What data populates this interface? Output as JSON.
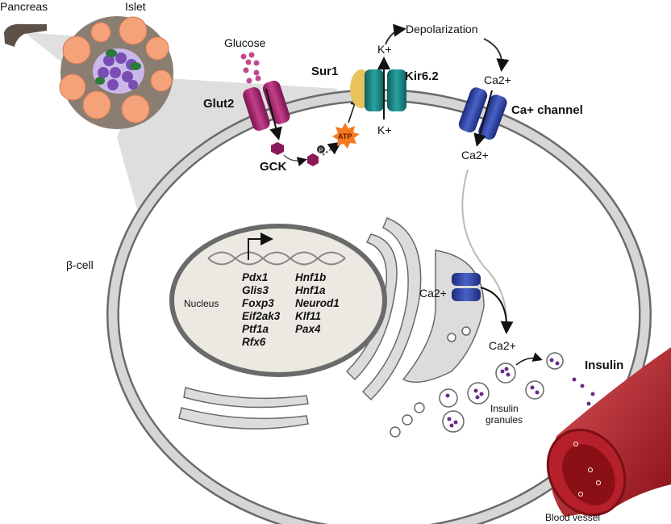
{
  "labels": {
    "pancreas": "Pancreas",
    "islet": "Islet",
    "glucose": "Glucose",
    "glut2": "Glut2",
    "gck": "GCK",
    "phosphate": "P",
    "atp": "ATP",
    "sur1": "Sur1",
    "kir62": "Kir6.2",
    "k_out": "K+",
    "k_in": "K+",
    "depolarization": "Depolarization",
    "ca_top": "Ca2+",
    "ca_below_channel": "Ca2+",
    "ca_channel": "Ca+ channel",
    "beta_cell": "β-cell",
    "nucleus": "Nucleus",
    "ca_er": "Ca2+",
    "ca_cytosol": "Ca2+",
    "insulin": "Insulin",
    "insulin_granules_line1": "Insulin",
    "insulin_granules_line2": "granules",
    "blood_vessel": "Blood vessel"
  },
  "genes": {
    "left": [
      "Pdx1",
      "Glis3",
      "Foxp3",
      "Eif2ak3",
      "Ptf1a",
      "Rfx6"
    ],
    "right": [
      "Hnf1b",
      "Hnf1a",
      "Neurod1",
      "Klf11",
      "Pax4"
    ]
  },
  "colors": {
    "glut2": "#a3246e",
    "kir62": "#1f8a8a",
    "sur1": "#e8c25a",
    "ca_channel": "#2c3f9e",
    "islet_acinar": "#f4a27a",
    "beta_cells": "#7a4db5",
    "alpha_cells": "#2a7a3a",
    "membrane": "#d0d0d0",
    "blood_vessel": "#b5202a",
    "granule": "#6a2c8a"
  }
}
